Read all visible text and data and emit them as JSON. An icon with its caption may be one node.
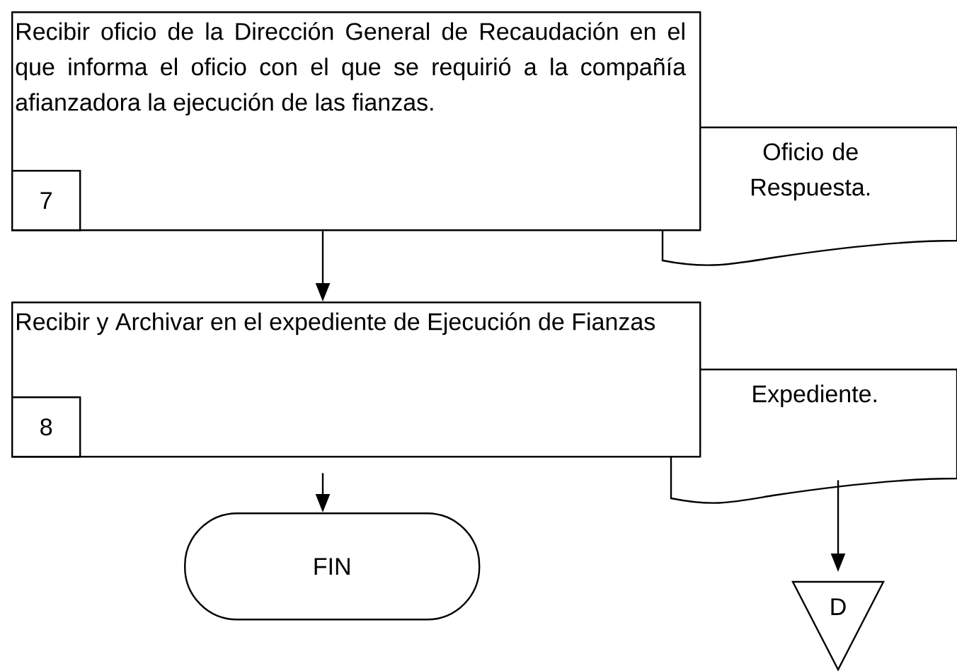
{
  "diagram": {
    "nodes": [
      {
        "text": [
          "Recibir oficio de la Dirección General de Recaudación en el que informa el oficio con el que se requirió a la compañía afianzadora la ejecución de las fianzas."
        ]
      },
      {
        "text": [
          "7"
        ],
        "in": 0
      },
      {
        "text": [
          "Oficio de Respuesta."
        ]
      },
      {
        "text": [
          "Recibir y Archivar en el expediente de Ejecución de Fianzas"
        ]
      },
      {
        "text": [
          "8"
        ],
        "in": 3
      },
      {
        "text": [
          "Expediente."
        ]
      },
      {
        "text": [
          "FIN"
        ]
      },
      {
        "text": [
          "D"
        ]
      }
    ],
    "edges": [
      {
        "from": 0,
        "to": 3,
        "arrow": "to"
      },
      {
        "from": 3,
        "to": 6,
        "arrow": "to"
      },
      {
        "from": 5,
        "to": 7,
        "arrow": "to"
      }
    ]
  }
}
